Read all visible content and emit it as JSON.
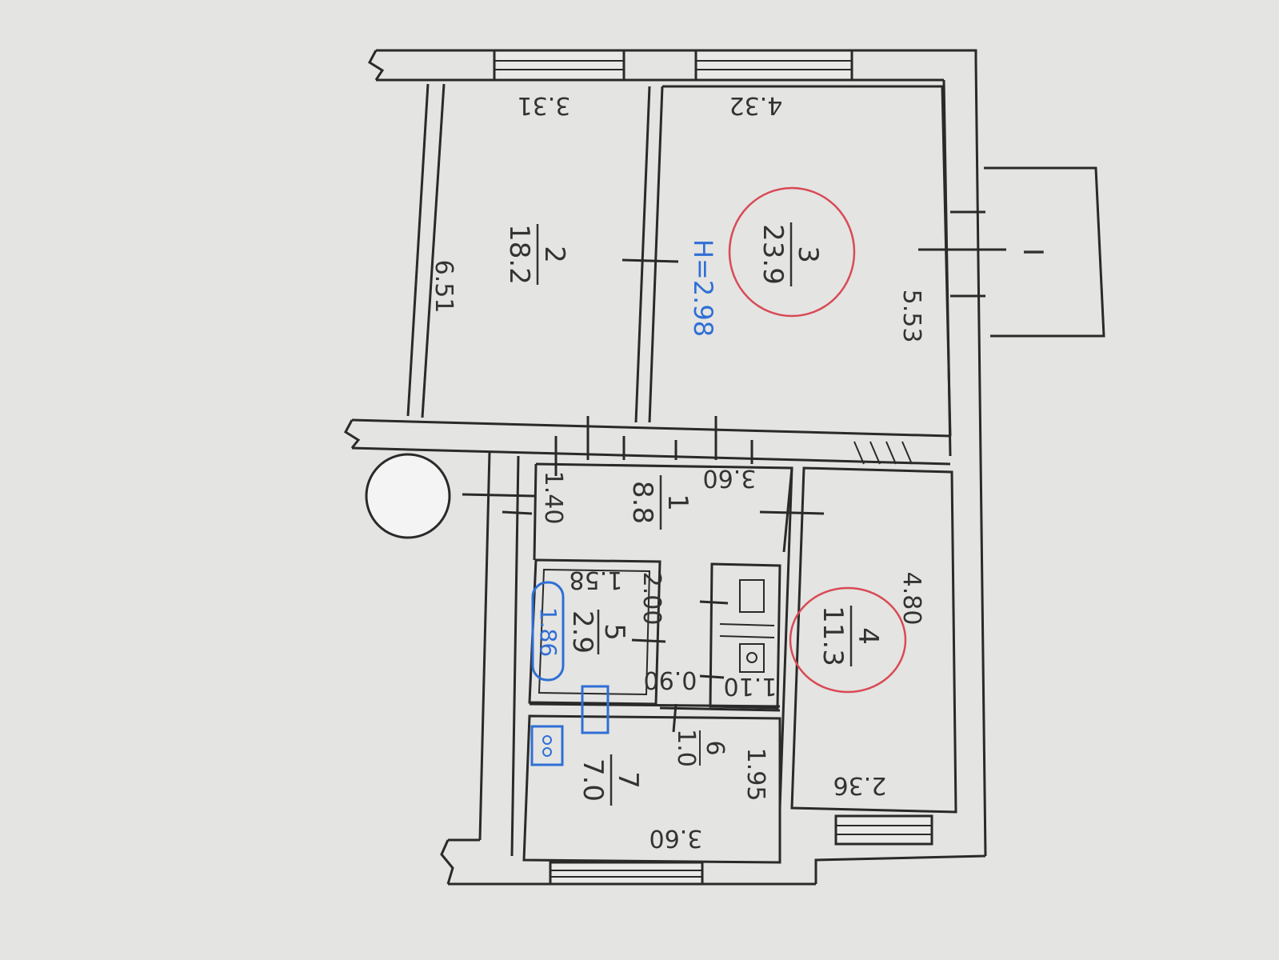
{
  "rooms": {
    "r1": {
      "num": "1",
      "area": "8.8"
    },
    "r2": {
      "num": "2",
      "area": "18.2"
    },
    "r3": {
      "num": "3",
      "area": "23.9"
    },
    "r4": {
      "num": "4",
      "area": "11.3"
    },
    "r5": {
      "num": "5",
      "area": "2.9"
    },
    "r6": {
      "num": "6",
      "area": "1.0"
    },
    "r7": {
      "num": "7",
      "area": "7.0"
    },
    "balcony": {
      "num": "I"
    }
  },
  "dimensions": {
    "top_left": "3.31",
    "top_right": "4.32",
    "left_height": "6.51",
    "right_height": "5.53",
    "hall_width": "3.60",
    "hall_small": "1.40",
    "bath_width": "1.58",
    "bath_height": "2.00",
    "wc_width": "0.90",
    "wc_small": "1.10",
    "room4_height": "4.80",
    "room4_width": "2.36",
    "kitchen_width": "3.60",
    "kitchen_height": "1.95"
  },
  "annotations": {
    "ceiling_height": "H=2.98",
    "bath_note": "1.86"
  },
  "colors": {
    "paper": "#e4e4e2",
    "ink": "#2a2a2a",
    "pen_blue": "#2f6fd6",
    "pen_red": "#d84a55"
  }
}
